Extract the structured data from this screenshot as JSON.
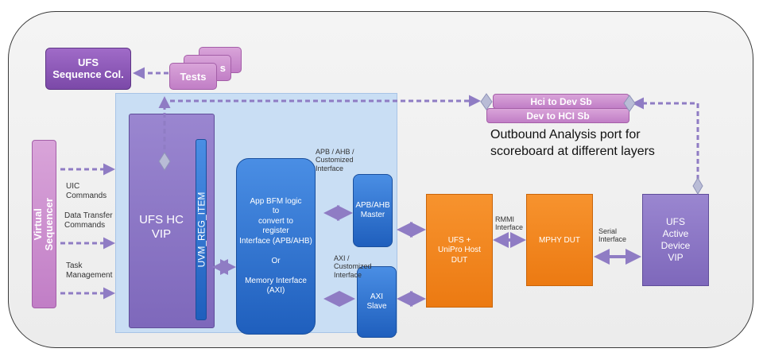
{
  "blocks": {
    "sequence_col": "UFS\nSequence Col.",
    "tests": "Tests",
    "tests_back": "s",
    "hc_vip": "UFS HC\nVIP",
    "reg_item": "UVM_REG_ITEM",
    "virtual_sequencer": "Virtual\nSequencer",
    "app_bfm": "App BFM logic\nto\nconvert to\nregister\nInterface (APB/AHB)\n\nOr\n\nMemory Interface\n(AXI)",
    "apb_master": "APB/AHB\nMaster",
    "axi_slave": "AXI\nSlave",
    "host_dut": "UFS +\nUniPro Host\nDUT",
    "mphy_dut": "MPHY DUT",
    "device_vip": "UFS\nActive\nDevice\nVIP",
    "sb_hci_to_dev": "Hci to Dev Sb",
    "sb_dev_to_hci": "Dev to HCI Sb"
  },
  "labels": {
    "uic_commands": "UIC\nCommands",
    "data_transfer": "Data Transfer\nCommands",
    "task_mgmt": "Task\nManagement",
    "apb_iface": "APB / AHB /\nCustomized\nInterface",
    "axi_iface": "AXI /\nCustomized\nInterface",
    "rmmi_iface": "RMMI\nInterface",
    "serial_iface": "Serial\nInterface",
    "outbound_note": "Outbound Analysis port for\nscoreboard at different layers"
  }
}
